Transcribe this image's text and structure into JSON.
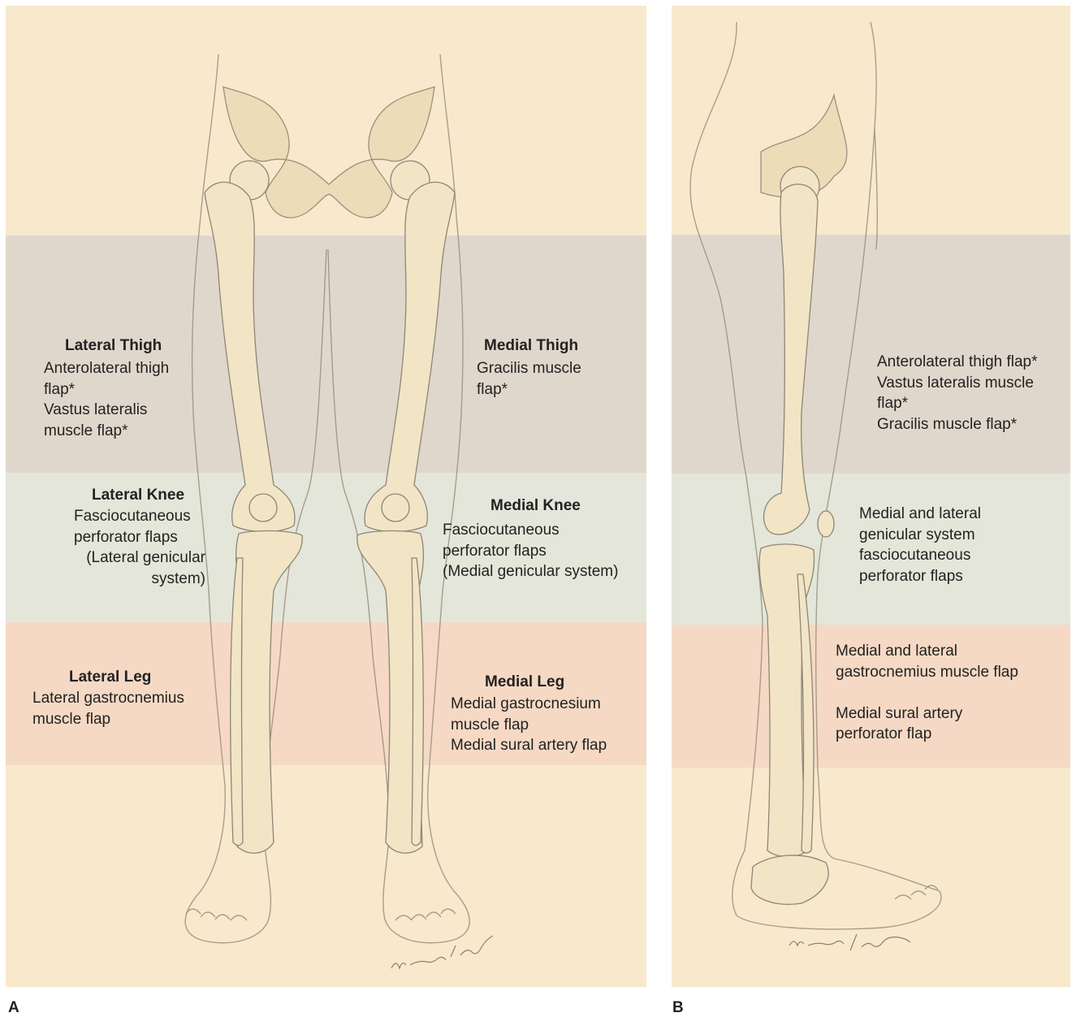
{
  "panel_a": {
    "letter": "A",
    "lateral_thigh": {
      "title": "Lateral Thigh",
      "lines": [
        "Anterolateral thigh",
        "flap*",
        "Vastus lateralis",
        "muscle flap*"
      ]
    },
    "medial_thigh": {
      "title": "Medial Thigh",
      "lines": [
        "Gracilis muscle",
        "flap*"
      ]
    },
    "lateral_knee": {
      "title": "Lateral Knee",
      "lines": [
        "Fasciocutaneous",
        "perforator flaps",
        "(Lateral genicular",
        "system)"
      ]
    },
    "medial_knee": {
      "title": "Medial Knee",
      "lines": [
        "Fasciocutaneous",
        "perforator flaps",
        "(Medial genicular system)"
      ]
    },
    "lateral_leg": {
      "title": "Lateral Leg",
      "lines": [
        "Lateral gastrocnemius",
        "muscle flap"
      ]
    },
    "medial_leg": {
      "title": "Medial Leg",
      "lines": [
        "Medial gastrocnesium",
        "muscle flap",
        "Medial sural artery flap"
      ]
    }
  },
  "panel_b": {
    "letter": "B",
    "thigh": {
      "lines": [
        "Anterolateral thigh flap*",
        "Vastus lateralis muscle",
        "flap*",
        "Gracilis muscle flap*"
      ]
    },
    "knee": {
      "lines": [
        "Medial and lateral",
        "genicular system",
        "fasciocutaneous",
        "perforator flaps"
      ]
    },
    "leg": {
      "lines": [
        "Medial and lateral",
        "gastrocnemius muscle flap",
        "",
        "Medial sural artery",
        "perforator flap"
      ]
    }
  },
  "colors": {
    "background": "#f8e9cc",
    "thigh_band": "#e0d7cc",
    "knee_band": "#e4e6da",
    "leg_band": "#f5d9c4",
    "bone": "#efe2c0",
    "outline": "#8f8576"
  }
}
